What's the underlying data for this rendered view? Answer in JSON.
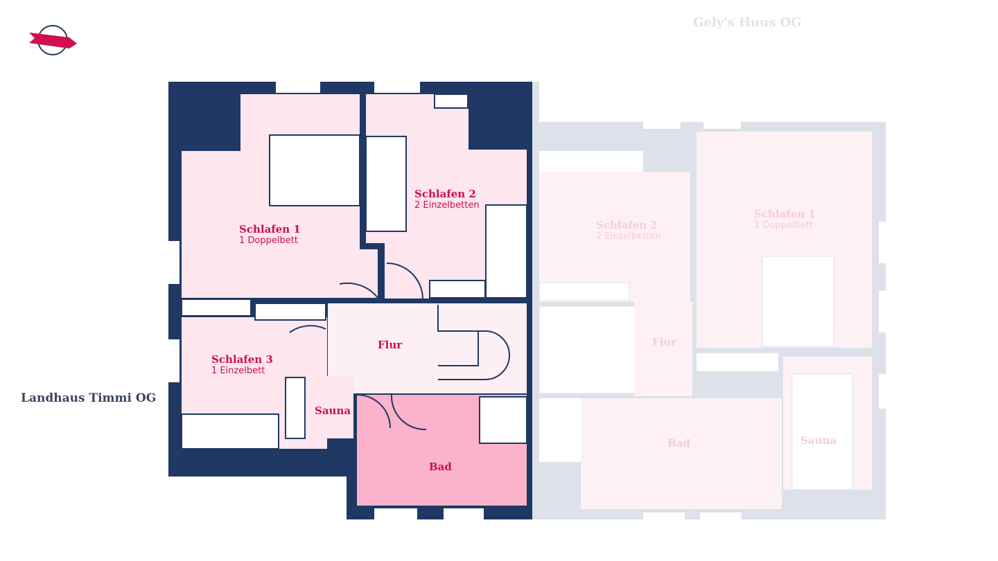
{
  "header": {
    "right_title": "Gely's Huus OG",
    "logo": "ribbon-globe-logo"
  },
  "left_plan": {
    "title": "Landhaus Timmi OG",
    "rooms": [
      {
        "name": "Schlafen 1",
        "sub": "1 Doppelbett"
      },
      {
        "name": "Schlafen 2",
        "sub": "2 Einzelbetten"
      },
      {
        "name": "Schlafen 3",
        "sub": "1 Einzelbett"
      },
      {
        "name": "Flur"
      },
      {
        "name": "Sauna"
      },
      {
        "name": "Bad"
      }
    ]
  },
  "right_plan": {
    "rooms": [
      {
        "name": "Schlafen 2",
        "sub": "2 Einzelbetten"
      },
      {
        "name": "Schlafen 1",
        "sub": "1 Doppelbett"
      },
      {
        "name": "Flur"
      },
      {
        "name": "Bad"
      },
      {
        "name": "Sauna"
      }
    ]
  },
  "colors": {
    "wall": "#1f3864",
    "room": "#fde6ee",
    "bath": "#fbb2cb",
    "accent": "#cc0f4e",
    "ghost_wall": "#dde1ea",
    "ghost_room": "#fdf1f5"
  }
}
